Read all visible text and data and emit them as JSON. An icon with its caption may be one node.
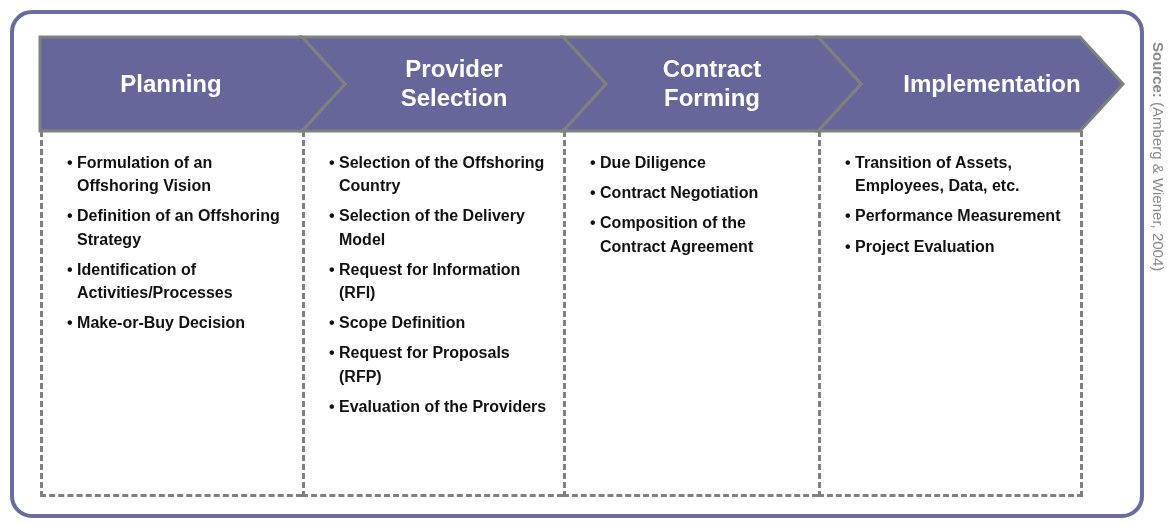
{
  "diagram": {
    "nodes": [
      {
        "text": [
          "Planning"
        ]
      },
      {
        "text": [
          "Provider Selection"
        ]
      },
      {
        "text": [
          "Contract Forming"
        ]
      },
      {
        "text": [
          "Implementation"
        ]
      },
      {
        "text": [
          "• Formulation of an Offshoring Vision",
          "• Definition of an Offshoring Strategy",
          "• Identification of Activities/Processes",
          "• Make-or-Buy Decision"
        ]
      },
      {
        "text": [
          "• Selection of the Offshoring Country",
          "• Selection of the Delivery Model",
          "• Request for Information (RFI)",
          "• Scope Definition",
          "• Request for Proposals (RFP)",
          "• Evaluation of the Providers"
        ]
      },
      {
        "text": [
          "• Due Diligence",
          "• Contract Negotiation",
          "• Composition of the Contract Agreement"
        ]
      },
      {
        "text": [
          "• Transition of Assets, Employees, Data, etc.",
          "• Performance Measurement",
          "• Project Evaluation"
        ]
      }
    ],
    "labels": [
      "**Source:** (Amberg & Wiener, 2004)"
    ]
  }
}
